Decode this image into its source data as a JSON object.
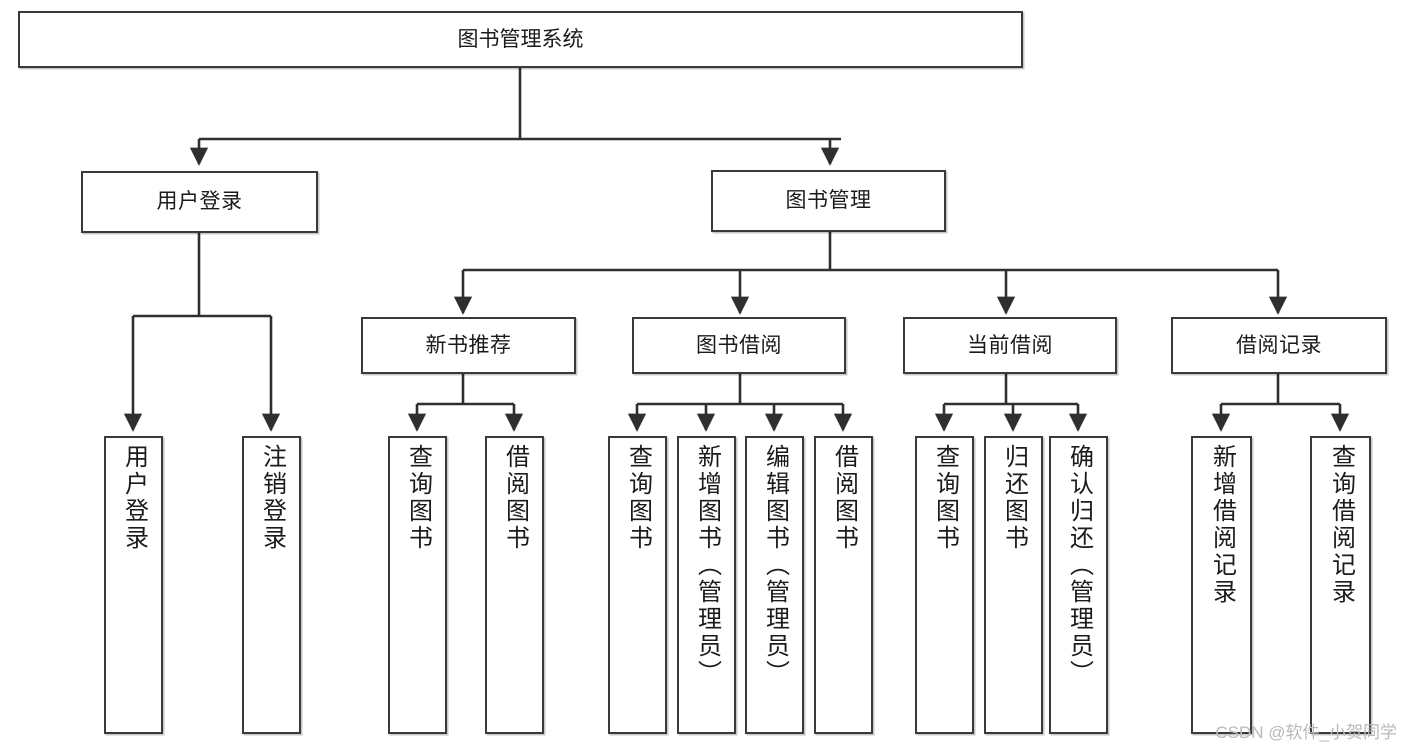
{
  "diagram": {
    "type": "tree-hierarchy-chart",
    "title": "图书管理系统",
    "watermark": "CSDN @软件_小贺同学",
    "colors": {
      "box_border": "#3a3a3a",
      "box_fill": "#ffffff",
      "connector": "#2f2f2f",
      "text": "#1b1b1b",
      "watermark": "#b9b9b9"
    },
    "nodes": {
      "root": {
        "label": "图书管理系统"
      },
      "level2": [
        {
          "id": "user-login",
          "label": "用户登录"
        },
        {
          "id": "book-manage",
          "label": "图书管理"
        }
      ],
      "level3": [
        {
          "id": "new-book-recommend",
          "label": "新书推荐"
        },
        {
          "id": "book-borrow",
          "label": "图书借阅"
        },
        {
          "id": "current-borrow",
          "label": "当前借阅"
        },
        {
          "id": "borrow-record",
          "label": "借阅记录"
        }
      ],
      "leaves": {
        "user-login": [
          {
            "id": "leaf-user-login",
            "label": "用户登录"
          },
          {
            "id": "leaf-logout-login",
            "label": "注销登录"
          }
        ],
        "new-book-recommend": [
          {
            "id": "leaf-query-book-1",
            "label": "查询图书"
          },
          {
            "id": "leaf-borrow-book-1",
            "label": "借阅图书"
          }
        ],
        "book-borrow": [
          {
            "id": "leaf-query-book-2",
            "label": "查询图书"
          },
          {
            "id": "leaf-add-book",
            "label": "新增图书（管理员）"
          },
          {
            "id": "leaf-edit-book",
            "label": "编辑图书（管理员）"
          },
          {
            "id": "leaf-borrow-book-2",
            "label": "借阅图书"
          }
        ],
        "current-borrow": [
          {
            "id": "leaf-query-book-3",
            "label": "查询图书"
          },
          {
            "id": "leaf-return-book",
            "label": "归还图书"
          },
          {
            "id": "leaf-confirm-return",
            "label": "确认归还（管理员）"
          }
        ],
        "borrow-record": [
          {
            "id": "leaf-add-record",
            "label": "新增借阅记录"
          },
          {
            "id": "leaf-query-record",
            "label": "查询借阅记录"
          }
        ]
      }
    }
  }
}
